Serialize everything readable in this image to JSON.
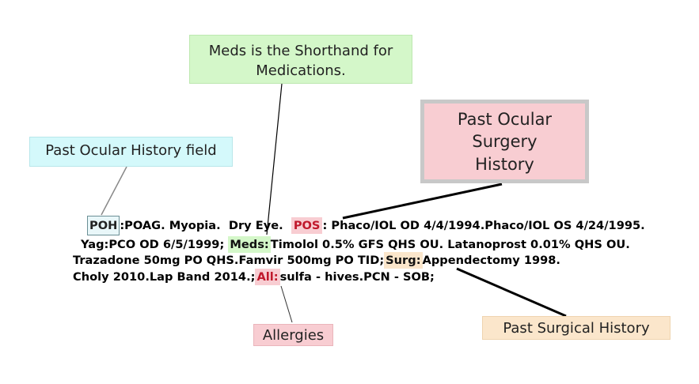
{
  "callouts": {
    "meds": {
      "line1": "Meds is the Shorthand for",
      "line2": "Medications."
    },
    "poh": "Past Ocular History field",
    "pos": {
      "line1": "Past Ocular",
      "line2": "Surgery",
      "line3": "History"
    },
    "allergies": "Allergies",
    "surg": "Past Surgical History"
  },
  "note": {
    "line1": {
      "poh_key": "POH",
      "poh_text": ":POAG. Myopia.  Dry Eye.  ",
      "pos_key": "POS",
      "pos_text": ": Phaco/IOL OD 4/4/1994.Phaco/IOL OS 4/24/1995."
    },
    "line2": {
      "text_a": "Yag:PCO OD 6/5/1999; ",
      "meds_key": "Meds:",
      "meds_text": "Timolol 0.5% GFS QHS OU. Latanoprost 0.01% QHS OU."
    },
    "line3": {
      "text_a": "Trazadone 50mg PO QHS.Famvir 500mg PO TID;",
      "surg_key": "Surg:",
      "surg_text": "Appendectomy 1998."
    },
    "line4": {
      "text_a": "Choly 2010.Lap Band 2014.;",
      "all_key": "All:",
      "all_text": "sulfa - hives.PCN - SOB;"
    }
  },
  "colors": {
    "meds_box": "#d4f7c9",
    "poh_box": "#d4f9fb",
    "pos_box": "#f8cdd2",
    "allergies_box": "#f8cdd2",
    "surg_box": "#fbe6cb",
    "pos_border": "#c8c8c8"
  }
}
